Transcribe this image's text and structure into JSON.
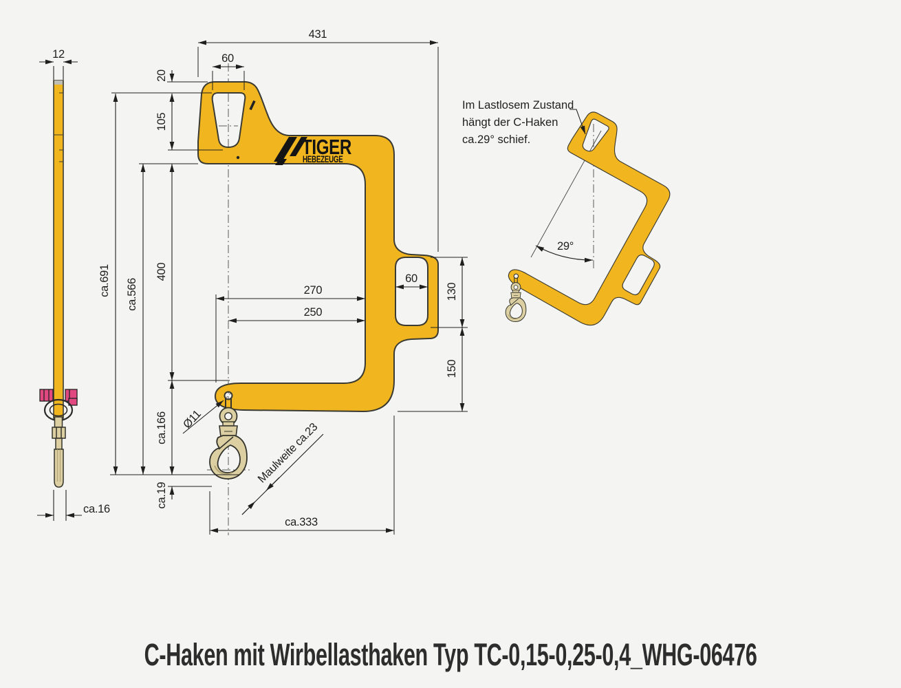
{
  "title": "C-Haken mit Wirbellasthaken Typ TC-0,15-0,25-0,4_WHG-06476",
  "logo": {
    "line1": "TIGER",
    "line2": "HEBEZEUGE"
  },
  "annotation": {
    "line1": "Im Lastlosem Zustand",
    "line2": "hängt der C-Haken",
    "line3": "ca.29° schief.",
    "angle_label": "29°"
  },
  "dims": {
    "total_width": "431",
    "lug_opening_width": "60",
    "lug_top_thickness": "20",
    "lug_opening_height": "105",
    "opening_height": "400",
    "overall_height": "ca.691",
    "hook_drop": "ca.566",
    "throat_depth": "270",
    "center_depth": "250",
    "handle_opening_width": "60",
    "handle_opening_height": "130",
    "lower_arm_height": "150",
    "arm_to_seat": "ca.166",
    "tip_below_seat": "ca.19",
    "hole_diameter": "Ø11",
    "mouth_width": "Maulweite ca.23",
    "bottom_width": "ca.333",
    "side_width_top": "12",
    "side_width_bottom": "ca.16"
  },
  "colors": {
    "body_yellow": "#F1B51F",
    "outline": "#3A3A32",
    "hook_beige": "#DCD0A2",
    "nut_pink": "#E0487F",
    "background": "#F4F4F2",
    "dim_color": "#222222",
    "title_color": "#2D2D2D"
  }
}
